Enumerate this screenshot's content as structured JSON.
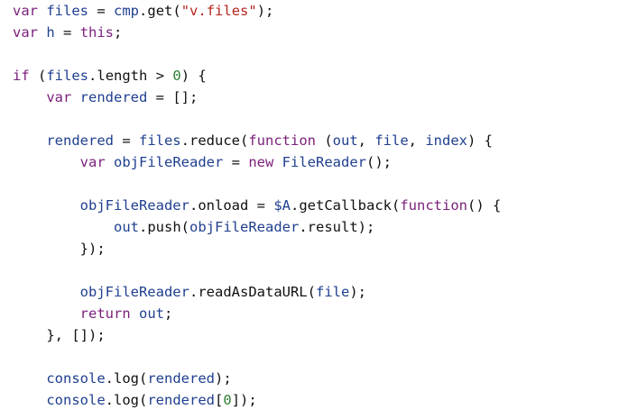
{
  "code": {
    "lines": [
      [
        {
          "t": "var",
          "k": "kw"
        },
        {
          "t": " ",
          "k": "punc"
        },
        {
          "t": "files",
          "k": "id"
        },
        {
          "t": " = ",
          "k": "punc"
        },
        {
          "t": "cmp",
          "k": "id"
        },
        {
          "t": ".",
          "k": "punc"
        },
        {
          "t": "get",
          "k": "fn"
        },
        {
          "t": "(",
          "k": "punc"
        },
        {
          "t": "\"v.files\"",
          "k": "str"
        },
        {
          "t": ");",
          "k": "punc"
        }
      ],
      [
        {
          "t": "var",
          "k": "kw"
        },
        {
          "t": " ",
          "k": "punc"
        },
        {
          "t": "h",
          "k": "id"
        },
        {
          "t": " = ",
          "k": "punc"
        },
        {
          "t": "this",
          "k": "kw"
        },
        {
          "t": ";",
          "k": "punc"
        }
      ],
      [],
      [
        {
          "t": "if",
          "k": "kw"
        },
        {
          "t": " (",
          "k": "punc"
        },
        {
          "t": "files",
          "k": "id"
        },
        {
          "t": ".",
          "k": "punc"
        },
        {
          "t": "length",
          "k": "fn"
        },
        {
          "t": " > ",
          "k": "punc"
        },
        {
          "t": "0",
          "k": "num"
        },
        {
          "t": ") {",
          "k": "punc"
        }
      ],
      [
        {
          "t": "    ",
          "k": "punc"
        },
        {
          "t": "var",
          "k": "kw"
        },
        {
          "t": " ",
          "k": "punc"
        },
        {
          "t": "rendered",
          "k": "id"
        },
        {
          "t": " = [];",
          "k": "punc"
        }
      ],
      [],
      [
        {
          "t": "    ",
          "k": "punc"
        },
        {
          "t": "rendered",
          "k": "id"
        },
        {
          "t": " = ",
          "k": "punc"
        },
        {
          "t": "files",
          "k": "id"
        },
        {
          "t": ".",
          "k": "punc"
        },
        {
          "t": "reduce",
          "k": "fn"
        },
        {
          "t": "(",
          "k": "punc"
        },
        {
          "t": "function",
          "k": "kw"
        },
        {
          "t": " (",
          "k": "punc"
        },
        {
          "t": "out",
          "k": "id"
        },
        {
          "t": ", ",
          "k": "punc"
        },
        {
          "t": "file",
          "k": "id"
        },
        {
          "t": ", ",
          "k": "punc"
        },
        {
          "t": "index",
          "k": "id"
        },
        {
          "t": ") {",
          "k": "punc"
        }
      ],
      [
        {
          "t": "        ",
          "k": "punc"
        },
        {
          "t": "var",
          "k": "kw"
        },
        {
          "t": " ",
          "k": "punc"
        },
        {
          "t": "objFileReader",
          "k": "id"
        },
        {
          "t": " = ",
          "k": "punc"
        },
        {
          "t": "new",
          "k": "kw"
        },
        {
          "t": " ",
          "k": "punc"
        },
        {
          "t": "FileReader",
          "k": "id"
        },
        {
          "t": "();",
          "k": "punc"
        }
      ],
      [],
      [
        {
          "t": "        ",
          "k": "punc"
        },
        {
          "t": "objFileReader",
          "k": "id"
        },
        {
          "t": ".",
          "k": "punc"
        },
        {
          "t": "onload",
          "k": "fn"
        },
        {
          "t": " = ",
          "k": "punc"
        },
        {
          "t": "$A",
          "k": "id"
        },
        {
          "t": ".",
          "k": "punc"
        },
        {
          "t": "getCallback",
          "k": "fn"
        },
        {
          "t": "(",
          "k": "punc"
        },
        {
          "t": "function",
          "k": "kw"
        },
        {
          "t": "() {",
          "k": "punc"
        }
      ],
      [
        {
          "t": "            ",
          "k": "punc"
        },
        {
          "t": "out",
          "k": "id"
        },
        {
          "t": ".",
          "k": "punc"
        },
        {
          "t": "push",
          "k": "fn"
        },
        {
          "t": "(",
          "k": "punc"
        },
        {
          "t": "objFileReader",
          "k": "id"
        },
        {
          "t": ".",
          "k": "punc"
        },
        {
          "t": "result",
          "k": "fn"
        },
        {
          "t": ");",
          "k": "punc"
        }
      ],
      [
        {
          "t": "        ",
          "k": "punc"
        },
        {
          "t": "});",
          "k": "punc"
        }
      ],
      [],
      [
        {
          "t": "        ",
          "k": "punc"
        },
        {
          "t": "objFileReader",
          "k": "id"
        },
        {
          "t": ".",
          "k": "punc"
        },
        {
          "t": "readAsDataURL",
          "k": "fn"
        },
        {
          "t": "(",
          "k": "punc"
        },
        {
          "t": "file",
          "k": "id"
        },
        {
          "t": ");",
          "k": "punc"
        }
      ],
      [
        {
          "t": "        ",
          "k": "punc"
        },
        {
          "t": "return",
          "k": "kw"
        },
        {
          "t": " ",
          "k": "punc"
        },
        {
          "t": "out",
          "k": "id"
        },
        {
          "t": ";",
          "k": "punc"
        }
      ],
      [
        {
          "t": "    ",
          "k": "punc"
        },
        {
          "t": "}, []);",
          "k": "punc"
        }
      ],
      [],
      [
        {
          "t": "    ",
          "k": "punc"
        },
        {
          "t": "console",
          "k": "id"
        },
        {
          "t": ".",
          "k": "punc"
        },
        {
          "t": "log",
          "k": "fn"
        },
        {
          "t": "(",
          "k": "punc"
        },
        {
          "t": "rendered",
          "k": "id"
        },
        {
          "t": ");",
          "k": "punc"
        }
      ],
      [
        {
          "t": "    ",
          "k": "punc"
        },
        {
          "t": "console",
          "k": "id"
        },
        {
          "t": ".",
          "k": "punc"
        },
        {
          "t": "log",
          "k": "fn"
        },
        {
          "t": "(",
          "k": "punc"
        },
        {
          "t": "rendered",
          "k": "id"
        },
        {
          "t": "[",
          "k": "punc"
        },
        {
          "t": "0",
          "k": "num"
        },
        {
          "t": "]);",
          "k": "punc"
        }
      ]
    ]
  },
  "colors": {
    "keyword": "#7a1f7a",
    "identifier": "#1f3f8f",
    "string": "#b3261e",
    "number": "#2e7d32",
    "default": "#111111",
    "background": "#ffffff"
  }
}
